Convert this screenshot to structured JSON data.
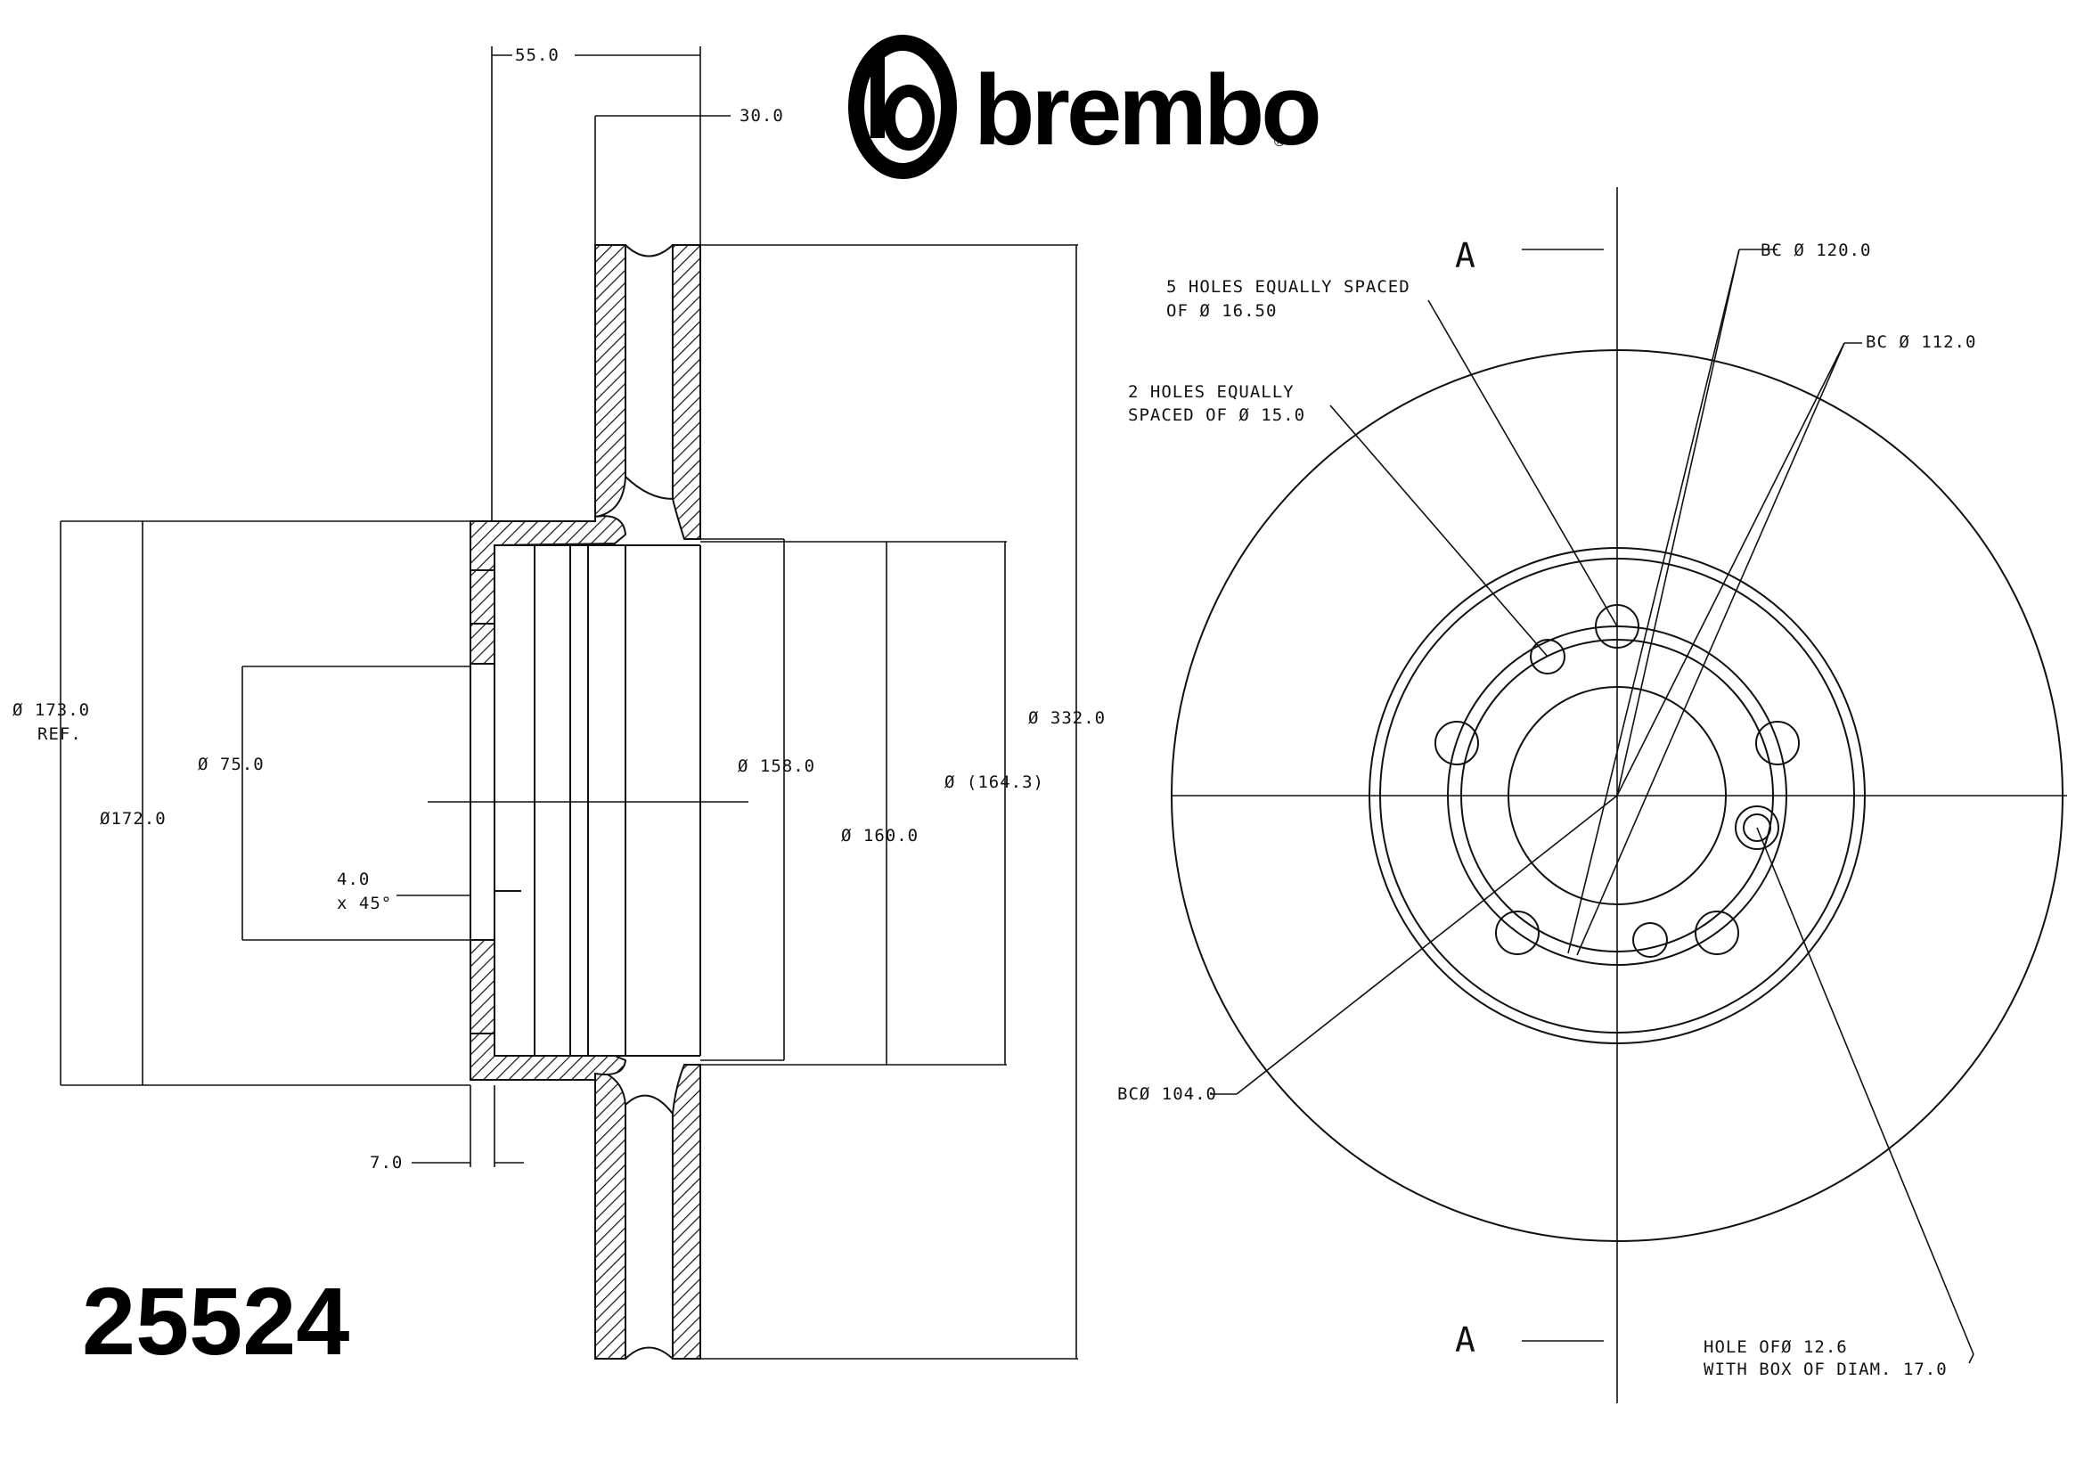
{
  "brand": {
    "name": "brembo",
    "registered": "®"
  },
  "part_number": "25524",
  "section_marker": "A",
  "side_view": {
    "dims": {
      "overall_width": "55.0",
      "disc_thickness": "30.0",
      "ref_diameter": "Ø 173.0",
      "ref_label": "REF.",
      "inner_diameter": "Ø172.0",
      "center_bore": "Ø 75.0",
      "chamfer_size": "4.0",
      "chamfer_angle": "x 45°",
      "hub_diameter": "Ø 158.0",
      "hat_diameter": "Ø 160.0",
      "recess_diameter": "Ø (164.3)",
      "outer_diameter": "Ø 332.0",
      "hat_thickness": "7.0"
    }
  },
  "front_view": {
    "callouts": {
      "bc_120_label": "BC Ø 120.0",
      "bc_112_label": "BC Ø 112.0",
      "holes5_line1": "5 HOLES EQUALLY SPACED",
      "holes5_line2": "OF Ø 16.50",
      "holes2_line1": "2 HOLES EQUALLY",
      "holes2_line2": "SPACED OF Ø 15.0",
      "bc_104_label": "BCØ 104.0",
      "hole_line1": "HOLE OFØ 12.6",
      "hole_line2": "WITH BOX OF DIAM. 17.0"
    }
  }
}
